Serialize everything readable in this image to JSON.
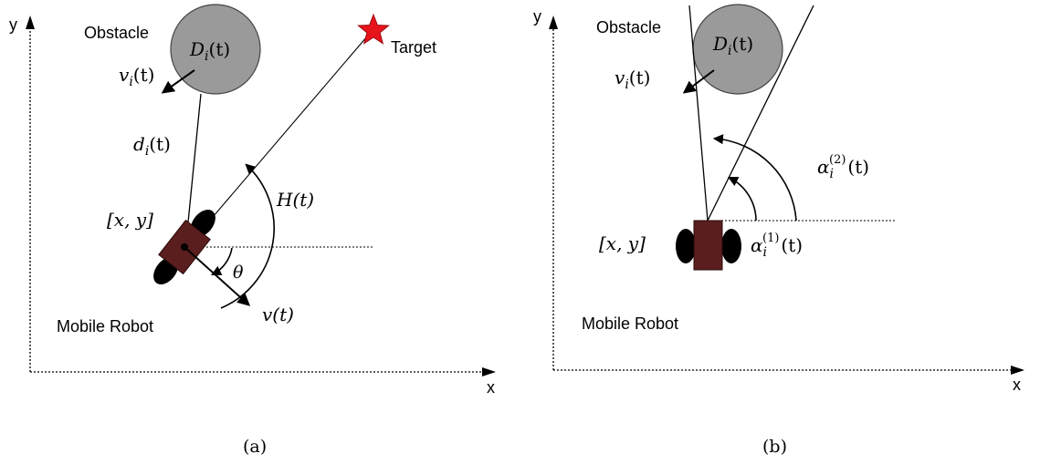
{
  "panel_a": {
    "axis_y": "y",
    "axis_x": "x",
    "obstacle_label": "Obstacle",
    "obstacle_disk_label": "D",
    "obstacle_disk_sub": "i",
    "obstacle_disk_arg": "(t)",
    "obstacle_velocity_label": "v",
    "obstacle_velocity_sub": "i",
    "obstacle_velocity_arg": "(t)",
    "target_label": "Target",
    "distance_label": "d",
    "distance_sub": "i",
    "distance_arg": "(t)",
    "heading_label": "H(t)",
    "position_label": "[x, y]",
    "theta_label": "θ",
    "robot_velocity_label": "v(t)",
    "robot_label": "Mobile Robot",
    "caption": "(a)"
  },
  "panel_b": {
    "axis_y": "y",
    "axis_x": "x",
    "obstacle_label": "Obstacle",
    "obstacle_disk_label": "D",
    "obstacle_disk_sub": "i",
    "obstacle_disk_arg": "(t)",
    "obstacle_velocity_label": "v",
    "obstacle_velocity_sub": "i",
    "obstacle_velocity_arg": "(t)",
    "alpha2_label": "α",
    "alpha2_sub": "i",
    "alpha2_sup": "(2)",
    "alpha2_arg": "(t)",
    "alpha1_label": "α",
    "alpha1_sub": "i",
    "alpha1_sup": "(1)",
    "alpha1_arg": "(t)",
    "position_label": "[x, y]",
    "robot_label": "Mobile Robot",
    "caption": "(b)"
  },
  "colors": {
    "obstacle_fill": "#9a9a9a",
    "robot_body": "#5a1e1e",
    "wheel": "#000000",
    "target_star": "#e8141c",
    "line": "#000000"
  }
}
